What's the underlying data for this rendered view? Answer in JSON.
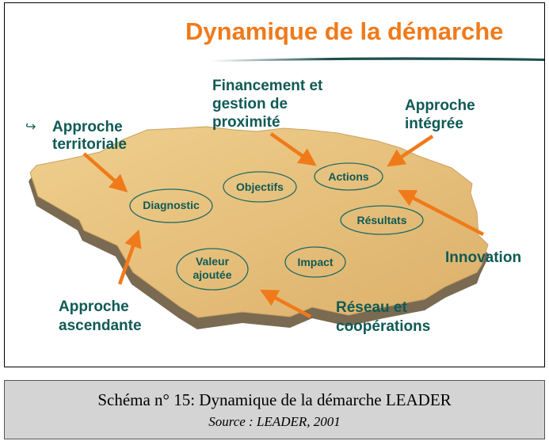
{
  "slide": {
    "title": "Dynamique de la démarche",
    "colors": {
      "title": "#f07a1a",
      "text": "#0f5a55",
      "arrow": "#f07a1a",
      "land": "#e5c17e",
      "land_edge": "#7a6a52"
    },
    "bullet_icon": "curved-arrow-bullet-icon",
    "labels": {
      "approche_territoriale": [
        "Approche",
        "territoriale"
      ],
      "financement": [
        "Financement et",
        "gestion de",
        "proximité"
      ],
      "approche_integree": [
        "Approche",
        "intégrée"
      ],
      "innovation": "Innovation",
      "approche_ascendante": [
        "Approche",
        "ascendante"
      ],
      "reseau": [
        "Réseau et",
        "coopérations"
      ]
    },
    "nodes": {
      "diagnostic": "Diagnostic",
      "objectifs": "Objectifs",
      "actions": "Actions",
      "resultats": "Résultats",
      "valeur": [
        "Valeur",
        "ajoutée"
      ],
      "impact": "Impact"
    }
  },
  "caption": {
    "line1": "Schéma n° 15: Dynamique de la démarche LEADER",
    "line2": "Source : LEADER, 2001"
  }
}
